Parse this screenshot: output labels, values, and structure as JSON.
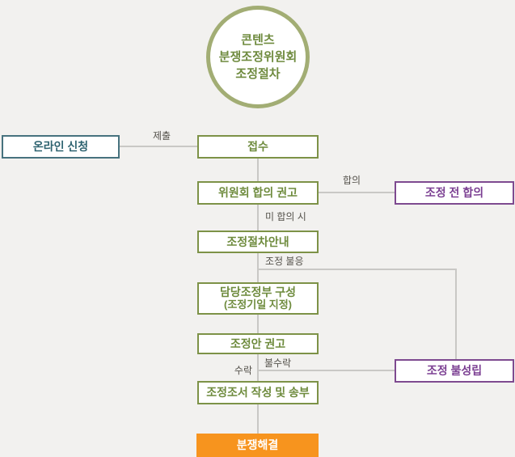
{
  "title_circle": {
    "line1": "콘텐츠",
    "line2": "분쟁조정위원회",
    "line3": "조정절차"
  },
  "nodes": {
    "online_apply": {
      "label": "온라인 신청"
    },
    "receipt": {
      "label": "접수"
    },
    "committee_recommend": {
      "label": "위원회 합의 권고"
    },
    "pre_agreement": {
      "label": "조정 전 합의"
    },
    "procedure_guide": {
      "label": "조정절차안내"
    },
    "panel_formation": {
      "line1": "담당조정부 구성",
      "line2": "(조정기일 지정)"
    },
    "proposal_recommend": {
      "label": "조정안 권고"
    },
    "mediation_failed": {
      "label": "조정 불성립"
    },
    "record_send": {
      "label": "조정조서 작성 및 송부"
    },
    "dispute_resolved": {
      "label": "분쟁해결"
    }
  },
  "edge_labels": {
    "submit": "제출",
    "agreement": "합의",
    "no_agreement": "미 합의 시",
    "no_response": "조정 불응",
    "accept": "수락",
    "reject": "불수락"
  },
  "colors": {
    "background": "#f2f1ef",
    "circle_border": "#a2ad74",
    "green_border": "#7d9247",
    "green_text": "#6e8b3d",
    "teal_border": "#47727e",
    "teal_text": "#2e6370",
    "purple_border": "#7e4a90",
    "purple_text": "#7b3f92",
    "orange_fill": "#f7941e",
    "orange_text": "#ffffff",
    "connector_line": "#c9c8c5",
    "edge_label_text": "#54514b"
  }
}
